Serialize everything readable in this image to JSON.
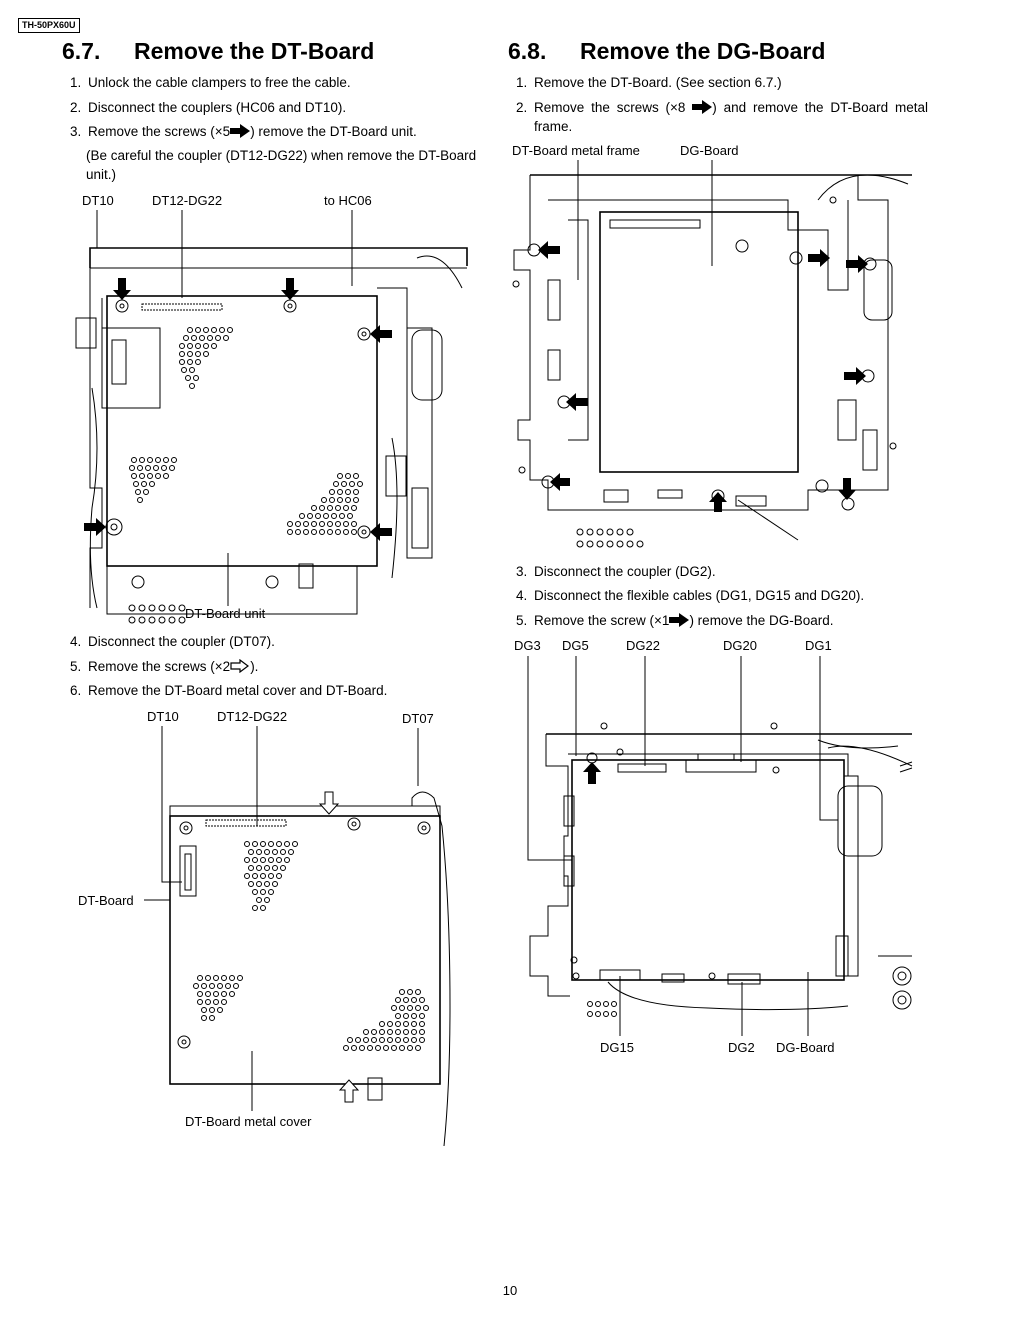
{
  "header": {
    "model": "TH-50PX60U"
  },
  "section_dt": {
    "number": "6.7.",
    "title": "Remove the DT-Board",
    "steps": [
      {
        "n": "1.",
        "pre": "Unlock the cable clampers to free the cable.",
        "post": ""
      },
      {
        "n": "2.",
        "pre": "Disconnect the couplers (HC06 and DT10).",
        "post": ""
      },
      {
        "n": "3.",
        "pre": "Remove the screws (×5",
        "post": ") remove the DT-Board unit."
      },
      {
        "n": "4.",
        "pre": "Disconnect the coupler (DT07).",
        "post": ""
      },
      {
        "n": "5.",
        "pre": "Remove the screws (×2",
        "post": ")."
      },
      {
        "n": "6.",
        "pre": "Remove the DT-Board metal cover and DT-Board.",
        "post": ""
      }
    ],
    "note": "(Be careful the coupler (DT12-DG22) when remove the DT-Board unit.)",
    "figure1": {
      "dt10": "DT10",
      "dt12": "DT12-DG22",
      "hc06": "to HC06",
      "unit": "DT-Board unit"
    },
    "figure2": {
      "dt10": "DT10",
      "dt12": "DT12-DG22",
      "dt07": "DT07",
      "board": "DT-Board",
      "cover": "DT-Board metal cover"
    }
  },
  "section_dg": {
    "number": "6.8.",
    "title": "Remove the DG-Board",
    "steps": [
      {
        "n": "1.",
        "pre": "Remove the DT-Board. (See section 6.7.)",
        "post": ""
      },
      {
        "n": "2.",
        "pre": "Remove the screws (×8",
        "post": ") and remove the DT-Board metal frame."
      },
      {
        "n": "3.",
        "pre": "Disconnect the coupler (DG2).",
        "post": ""
      },
      {
        "n": "4.",
        "pre": "Disconnect the flexible cables (DG1, DG15 and DG20).",
        "post": ""
      },
      {
        "n": "5.",
        "pre": "Remove the screw (×1",
        "post": ") remove the DG-Board."
      }
    ],
    "figure3": {
      "frame": "DT-Board metal frame",
      "dg": "DG-Board"
    },
    "figure4": {
      "dg3": "DG3",
      "dg5": "DG5",
      "dg22": "DG22",
      "dg20": "DG20",
      "dg1": "DG1",
      "dg15": "DG15",
      "dg2": "DG2",
      "board": "DG-Board"
    }
  },
  "footer": {
    "page": "10"
  }
}
